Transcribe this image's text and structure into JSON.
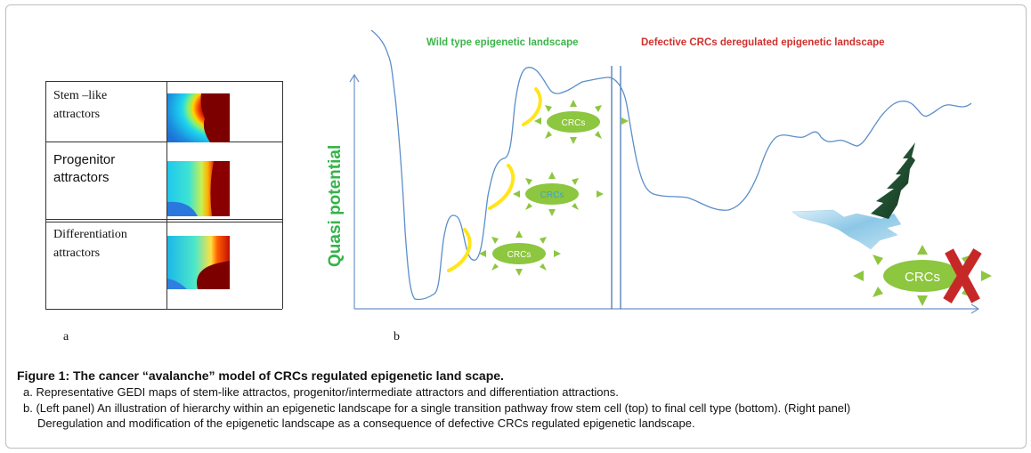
{
  "panel_a": {
    "rows": [
      {
        "line1": "Stem –like",
        "line2": "attractors"
      },
      {
        "line1": "Progenitor",
        "line2": "attractors"
      },
      {
        "line1": "Differentiation",
        "line2": "attractors"
      }
    ],
    "letter": "a"
  },
  "panel_b": {
    "letter": "b",
    "y_axis_label": "Quasi potential",
    "wild_type_title": "Wild type epigenetic landscape",
    "defective_title": "Defective  CRCs  deregulated epigenetic landscape",
    "crc_labels": [
      "CRCs",
      "CRCs",
      "CRCs",
      "CRCs"
    ],
    "colors": {
      "wild_type_title": "#3cb54a",
      "defective_title": "#d0312d",
      "curve": "#5b8fc9",
      "crc_fill": "#8dc63f",
      "arrow": "#ffe51a",
      "x_mark": "#c62828"
    }
  },
  "caption": {
    "title": "Figure 1: The cancer “avalanche” model of CRCs regulated epigenetic land scape.",
    "item_a": "a. Representative GEDI maps of stem-like attractos, progenitor/intermediate attractors and differentiation attractions.",
    "item_b_line1": "b. (Left panel) An illustration of hierarchy within an epigenetic landscape for a single transition pathway frow stem cell (top) to final cell type (bottom). (Right panel)",
    "item_b_line2": "Deregulation and modification of the epigenetic landscape as a consequence of defective CRCs regulated epigenetic landscape."
  }
}
